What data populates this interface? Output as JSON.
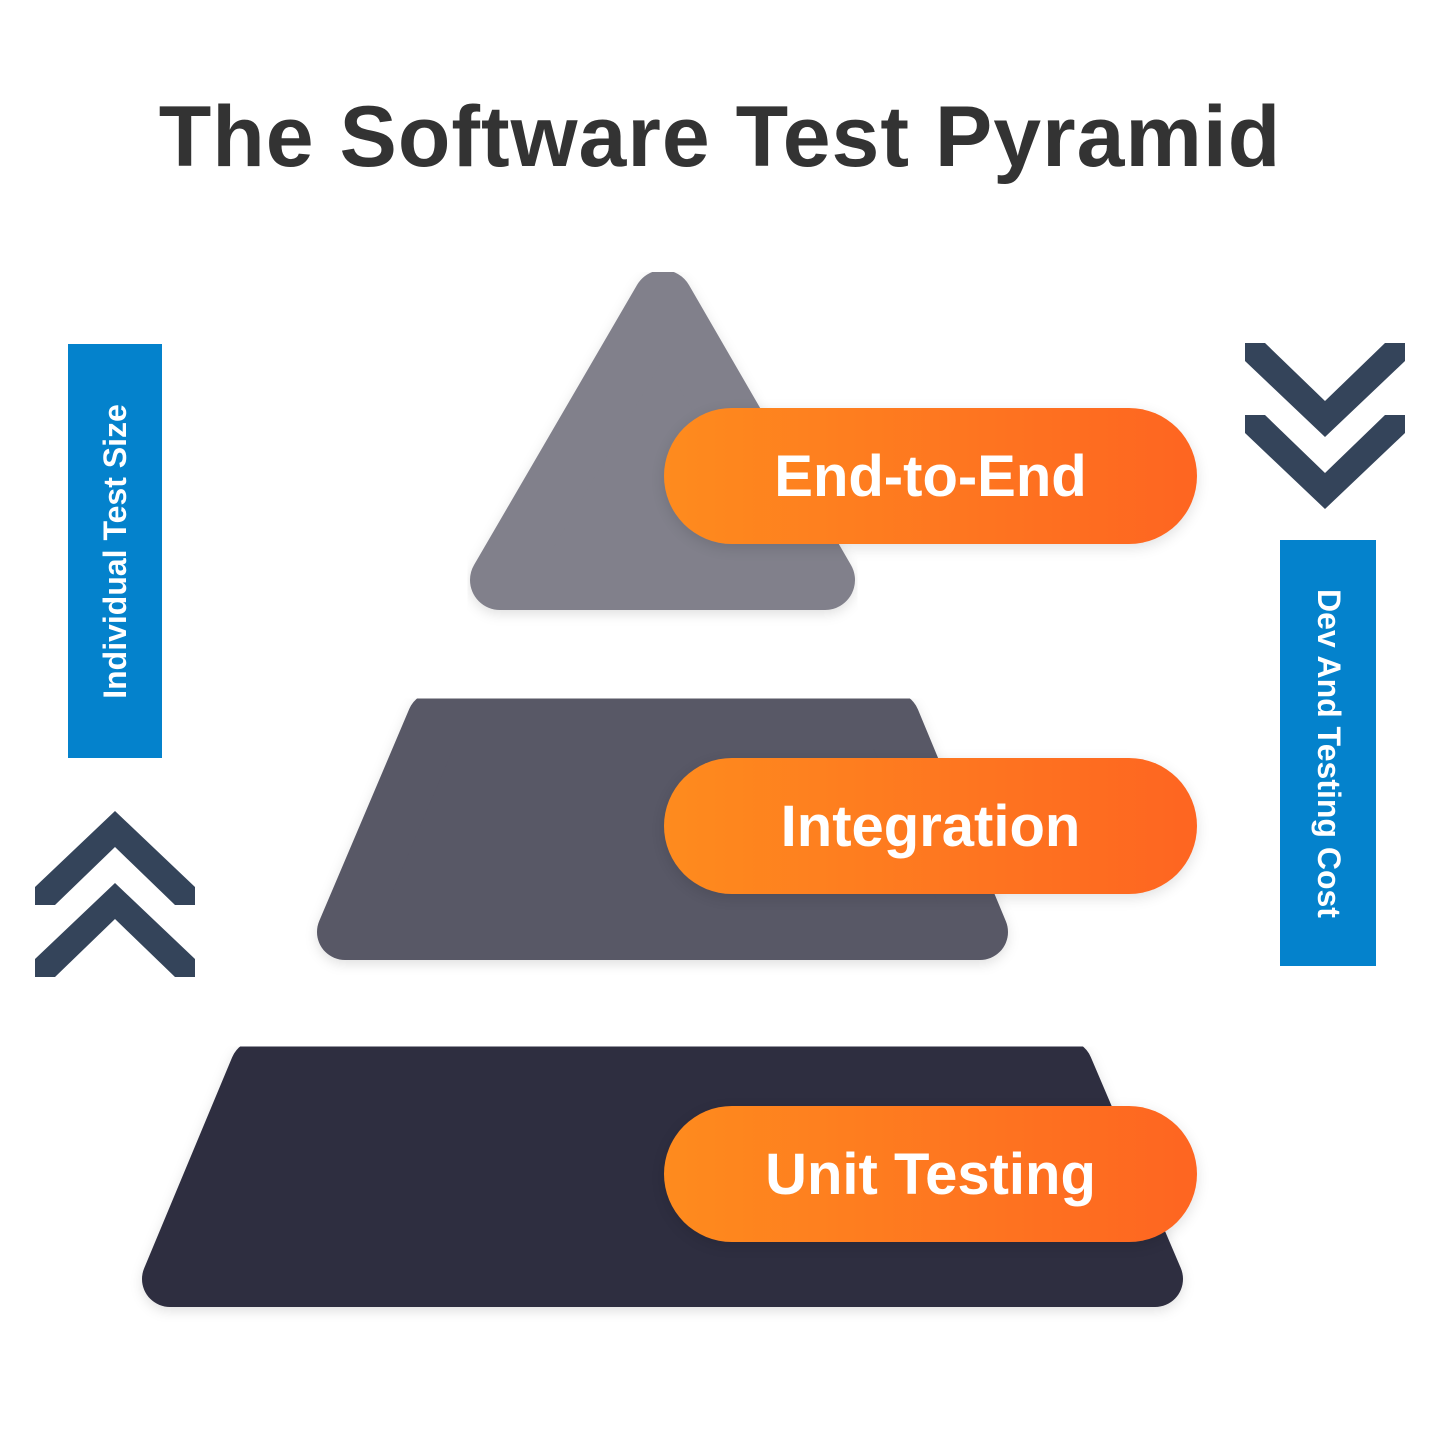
{
  "title": "The Software Test Pyramid",
  "levels": [
    {
      "label": "End-to-End",
      "color": "#81808b"
    },
    {
      "label": "Integration",
      "color": "#595866"
    },
    {
      "label": "Unit Testing",
      "color": "#2f2e40"
    }
  ],
  "left_axis": {
    "label": "Individual Test Size",
    "direction": "up"
  },
  "right_axis": {
    "label": "Dev And Testing Cost",
    "direction": "down"
  },
  "colors": {
    "accent_start": "#fe8b1e",
    "accent_end": "#fe6521",
    "axis_bar": "#0482cc",
    "chevron": "#34445a",
    "title": "#333333"
  }
}
